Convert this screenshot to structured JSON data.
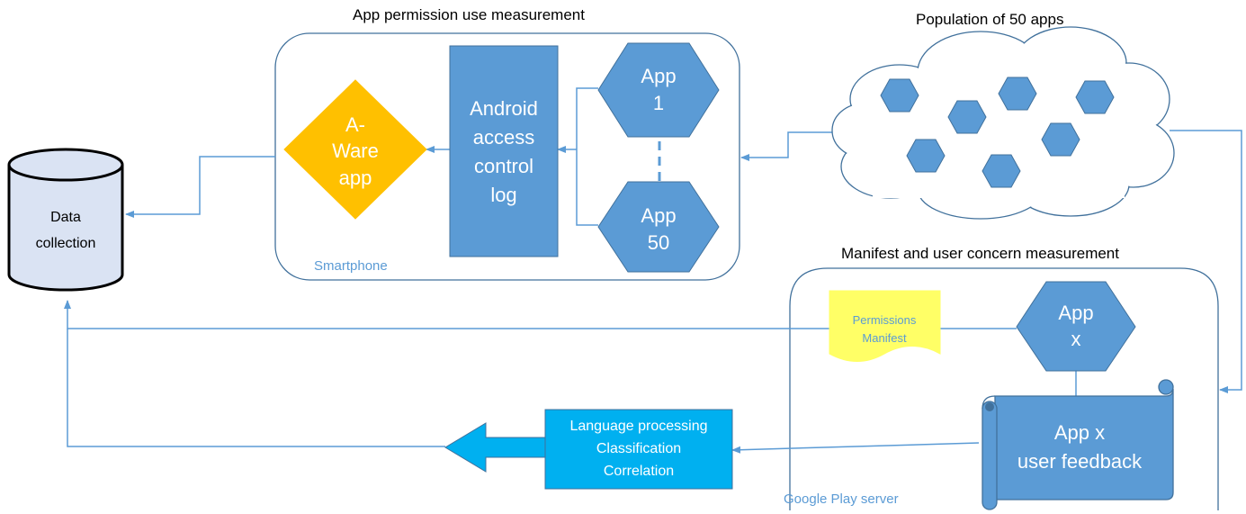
{
  "titles": {
    "app_permission": "App permission use measurement",
    "population": "Population of 50 apps",
    "manifest_concern": "Manifest and user concern measurement"
  },
  "data_collection": {
    "line1": "Data",
    "line2": "collection"
  },
  "aware_app": {
    "line1": "A-",
    "line2": "Ware",
    "line3": "app"
  },
  "access_log": {
    "line1": "Android",
    "line2": "access",
    "line3": "control",
    "line4": "log"
  },
  "app1": {
    "line1": "App",
    "line2": "1"
  },
  "app50": {
    "line1": "App",
    "line2": "50"
  },
  "smartphone_label": "Smartphone",
  "permissions_manifest": {
    "line1": "Permissions",
    "line2": "Manifest"
  },
  "appx": {
    "line1": "App",
    "line2": "x"
  },
  "feedback": {
    "line1": "App x",
    "line2": "user feedback"
  },
  "language_box": {
    "line1": "Language processing",
    "line2": "Classification",
    "line3": "Correlation"
  },
  "google_play_label": "Google Play server",
  "colors": {
    "line": "#5b9bd5",
    "box_fill": "#5b9bd5",
    "box_stroke": "#41719c",
    "diamond": "#ffc000",
    "manifest": "#ffff66",
    "language": "#00b0f0",
    "cylinder": "#dae3f3",
    "label_blue": "#5b9bd5"
  }
}
